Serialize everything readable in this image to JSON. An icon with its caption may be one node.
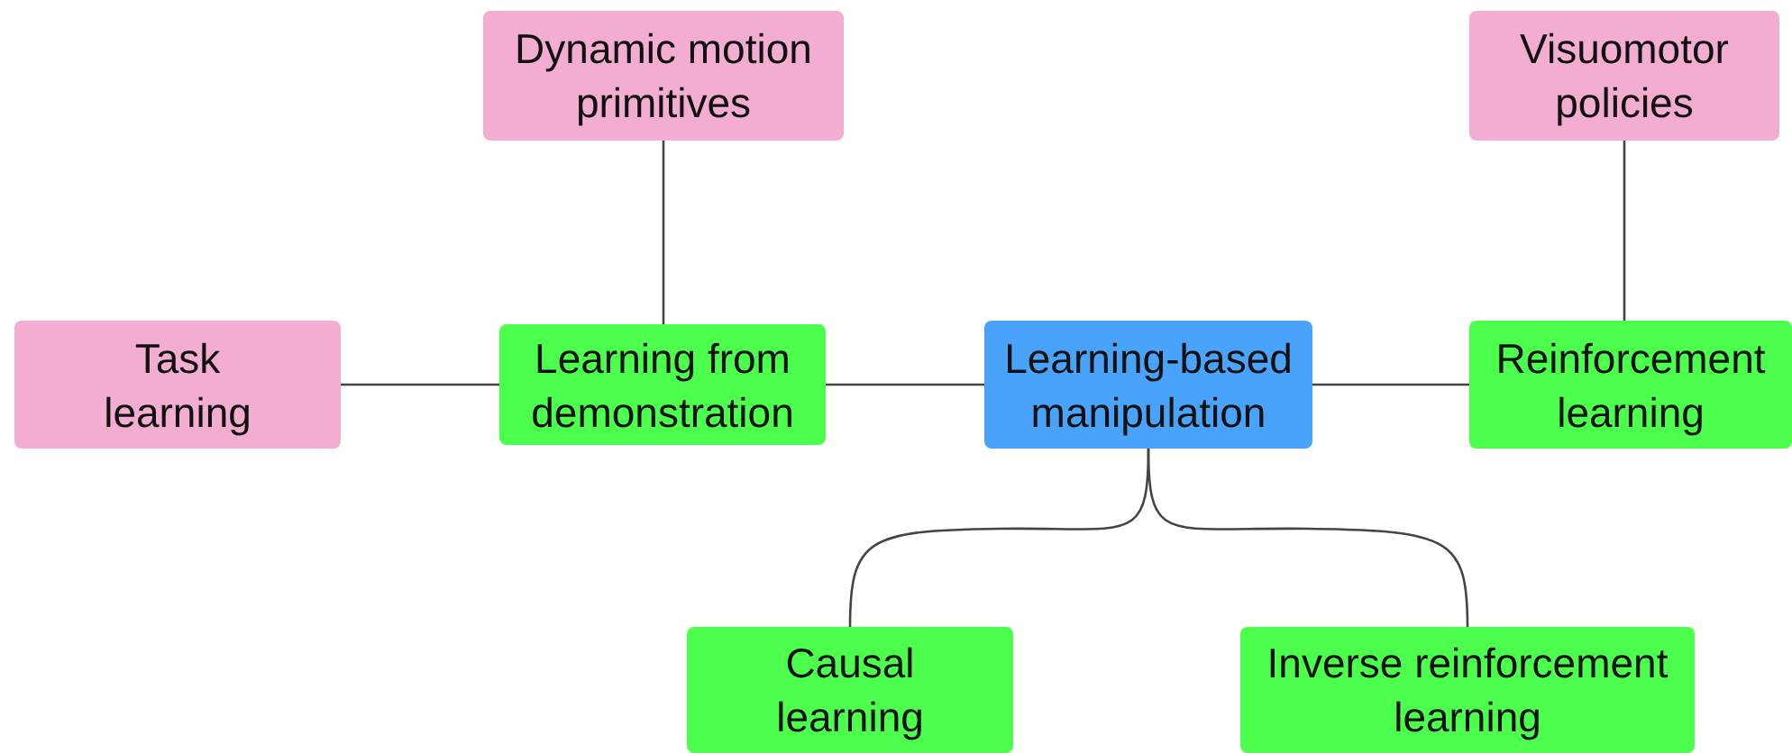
{
  "diagram": {
    "nodes": [
      {
        "text": [
          "Dynamic motion primitives"
        ]
      },
      {
        "text": [
          "Visuomotor policies"
        ]
      },
      {
        "text": [
          "Task learning"
        ]
      },
      {
        "text": [
          "Learning from demonstration"
        ]
      },
      {
        "text": [
          "Learning-based manipulation"
        ]
      },
      {
        "text": [
          "Reinforcement learning"
        ]
      },
      {
        "text": [
          "Causal learning"
        ]
      },
      {
        "text": [
          "Inverse reinforcement learning"
        ]
      }
    ],
    "edges": [
      {
        "from": 4,
        "to": 3,
        "arrow": "none"
      },
      {
        "from": 3,
        "to": 2,
        "arrow": "none"
      },
      {
        "from": 3,
        "to": 0,
        "arrow": "none"
      },
      {
        "from": 4,
        "to": 5,
        "arrow": "none"
      },
      {
        "from": 5,
        "to": 1,
        "arrow": "none"
      },
      {
        "from": 4,
        "to": 6,
        "arrow": "none"
      },
      {
        "from": 4,
        "to": 7,
        "arrow": "none"
      }
    ]
  }
}
